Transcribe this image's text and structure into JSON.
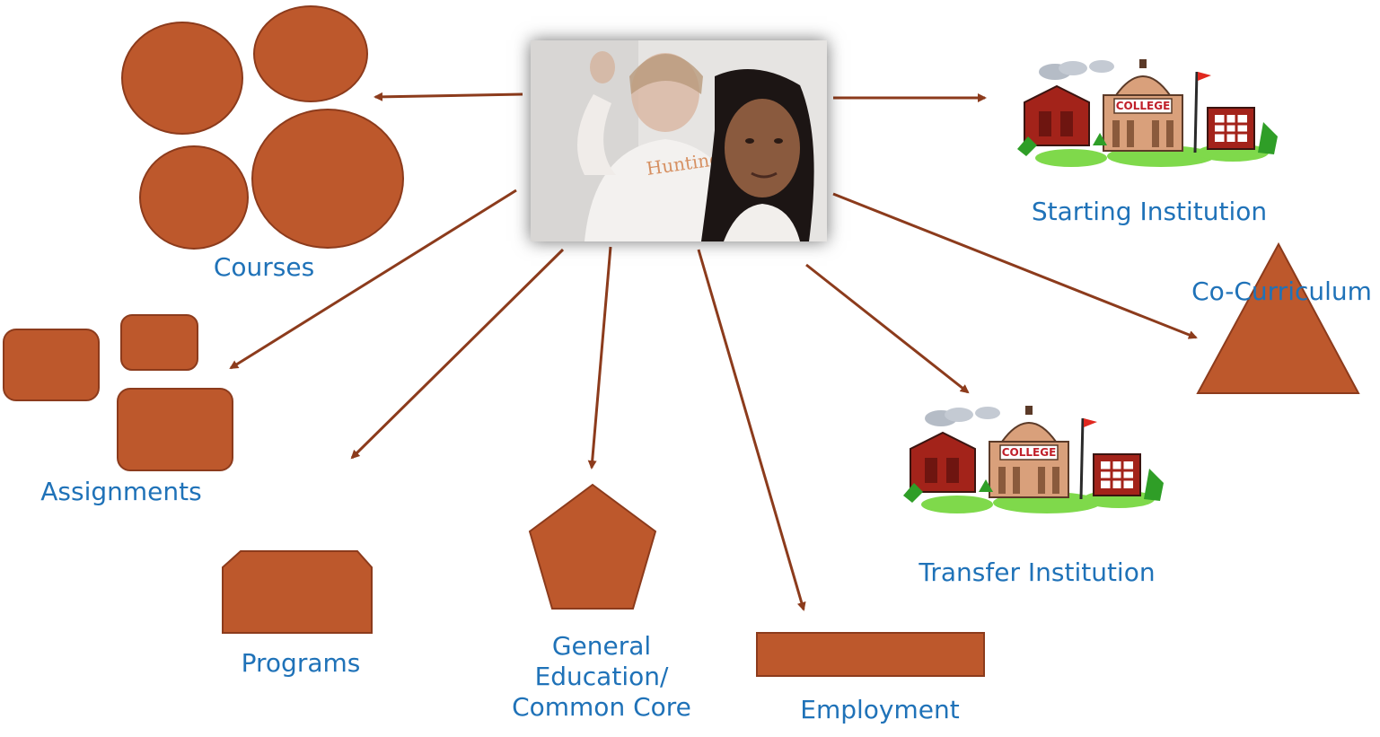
{
  "colors": {
    "shape_fill": "#bd582c",
    "shape_stroke": "#8c3b1c",
    "arrow": "#8c3b1c",
    "label_text": "#1f72b8"
  },
  "center": {
    "image": "photo-of-two-students"
  },
  "nodes": {
    "courses": {
      "label": "Courses"
    },
    "assignments": {
      "label": "Assignments"
    },
    "programs": {
      "label": "Programs"
    },
    "general_education": {
      "label_lines": [
        "General",
        "Education/",
        "Common Core"
      ]
    },
    "employment": {
      "label": "Employment"
    },
    "transfer_institution": {
      "label": "Transfer Institution"
    },
    "co_curriculum": {
      "label": "Co-Curriculum"
    },
    "starting_institution": {
      "label": "Starting Institution"
    }
  },
  "clipart": {
    "sign_text": "COLLEGE"
  }
}
